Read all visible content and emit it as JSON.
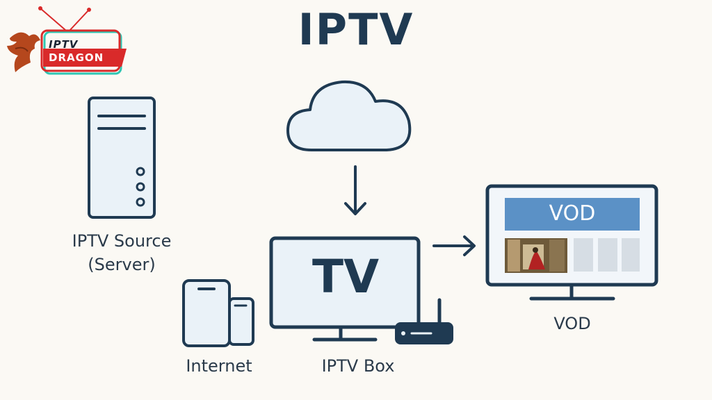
{
  "title": "IPTV",
  "logo": {
    "line1": "IPTV",
    "line2": "DRAGON"
  },
  "nodes": {
    "source": {
      "line1": "IPTV Source",
      "line2": "(Server)"
    },
    "internet": "Internet",
    "tv_screen": "TV",
    "box": "IPTV Box",
    "vod_banner": "VOD",
    "vod_label": "VOD"
  },
  "colors": {
    "outline": "#1f3a52",
    "fill": "#eaf2f8",
    "banner": "#5b91c6",
    "logo_red": "#d92a2a",
    "logo_teal": "#2fc6b3"
  }
}
